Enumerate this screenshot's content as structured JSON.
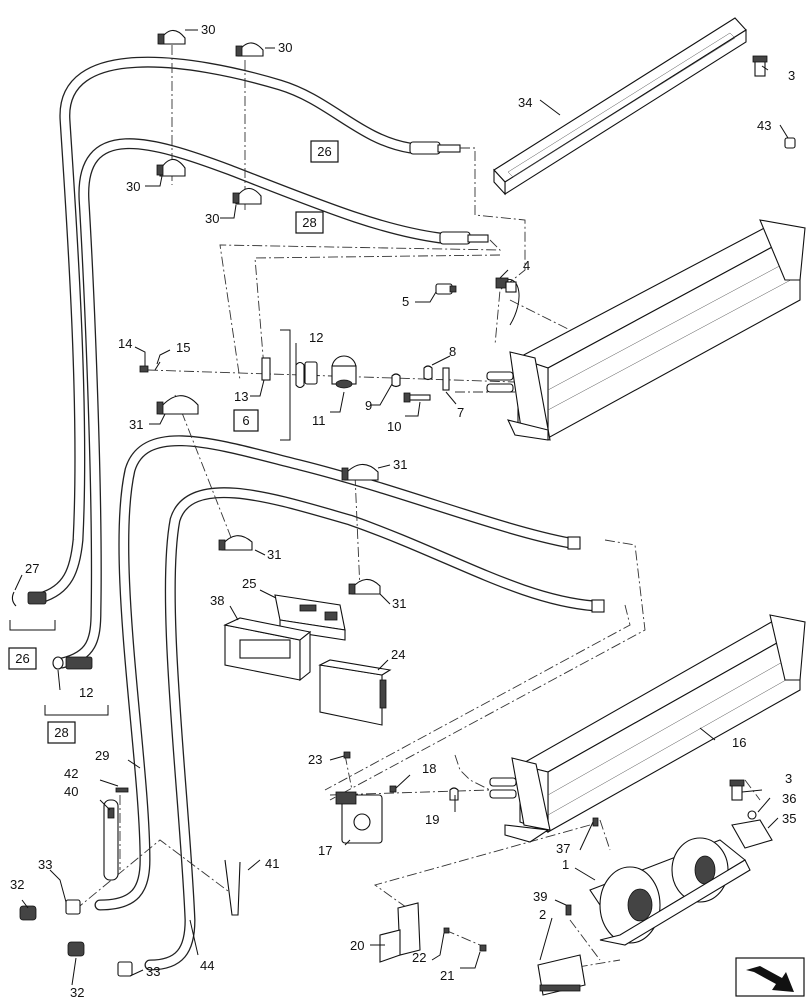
{
  "diagram": {
    "callouts": [
      {
        "id": "c30a",
        "text": "30"
      },
      {
        "id": "c30b",
        "text": "30"
      },
      {
        "id": "c30c",
        "text": "30"
      },
      {
        "id": "c30d",
        "text": "30"
      },
      {
        "id": "c3a",
        "text": "3"
      },
      {
        "id": "c34",
        "text": "34"
      },
      {
        "id": "c43",
        "text": "43"
      },
      {
        "id": "c4",
        "text": "4"
      },
      {
        "id": "c5",
        "text": "5"
      },
      {
        "id": "c14",
        "text": "14"
      },
      {
        "id": "c15",
        "text": "15"
      },
      {
        "id": "c12a",
        "text": "12"
      },
      {
        "id": "c13",
        "text": "13"
      },
      {
        "id": "c11",
        "text": "11"
      },
      {
        "id": "c8",
        "text": "8"
      },
      {
        "id": "c9",
        "text": "9"
      },
      {
        "id": "c10",
        "text": "10"
      },
      {
        "id": "c7",
        "text": "7"
      },
      {
        "id": "c31a",
        "text": "31"
      },
      {
        "id": "c31b",
        "text": "31"
      },
      {
        "id": "c31c",
        "text": "31"
      },
      {
        "id": "c31d",
        "text": "31"
      },
      {
        "id": "c27",
        "text": "27"
      },
      {
        "id": "c25",
        "text": "25"
      },
      {
        "id": "c38",
        "text": "38"
      },
      {
        "id": "c24",
        "text": "24"
      },
      {
        "id": "c12b",
        "text": "12"
      },
      {
        "id": "c29",
        "text": "29"
      },
      {
        "id": "c42",
        "text": "42"
      },
      {
        "id": "c40",
        "text": "40"
      },
      {
        "id": "c16",
        "text": "16"
      },
      {
        "id": "c23",
        "text": "23"
      },
      {
        "id": "c18",
        "text": "18"
      },
      {
        "id": "c19",
        "text": "19"
      },
      {
        "id": "c3b",
        "text": "3"
      },
      {
        "id": "c36",
        "text": "36"
      },
      {
        "id": "c35",
        "text": "35"
      },
      {
        "id": "c17",
        "text": "17"
      },
      {
        "id": "c37",
        "text": "37"
      },
      {
        "id": "c1",
        "text": "1"
      },
      {
        "id": "c33a",
        "text": "33"
      },
      {
        "id": "c32a",
        "text": "32"
      },
      {
        "id": "c41",
        "text": "41"
      },
      {
        "id": "c39",
        "text": "39"
      },
      {
        "id": "c2",
        "text": "2"
      },
      {
        "id": "c20",
        "text": "20"
      },
      {
        "id": "c22",
        "text": "22"
      },
      {
        "id": "c21",
        "text": "21"
      },
      {
        "id": "c32b",
        "text": "32"
      },
      {
        "id": "c33b",
        "text": "33"
      },
      {
        "id": "c44",
        "text": "44"
      }
    ],
    "boxed": [
      {
        "id": "b26a",
        "text": "26"
      },
      {
        "id": "b28a",
        "text": "28"
      },
      {
        "id": "b6",
        "text": "6"
      },
      {
        "id": "b26b",
        "text": "26"
      },
      {
        "id": "b28b",
        "text": "28"
      }
    ],
    "colors": {
      "line": "#111111",
      "background": "#ffffff"
    }
  }
}
